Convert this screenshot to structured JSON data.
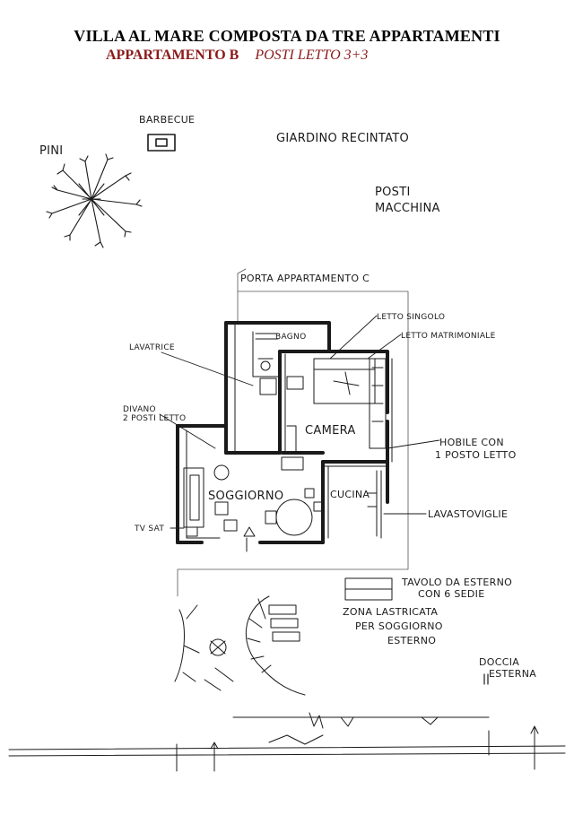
{
  "header": {
    "title": "VILLA AL MARE COMPOSTA DA TRE APPARTAMENTI",
    "apartment": "APPARTAMENTO B",
    "beds": "POSTI LETTO 3+3"
  },
  "labels": {
    "barbecue": "BARBECUE",
    "pini": "PINI",
    "giardino": "GIARDINO RECINTATO",
    "posti": "POSTI",
    "macchina": "MACCHINA",
    "porta": "PORTA APPARTAMENTO C",
    "letto_singolo": "LETTO SINGOLO",
    "letto_matrimoniale": "LETTO MATRIMONIALE",
    "bagno": "BAGNO",
    "lavatrice": "LAVATRICE",
    "divano_1": "DIVANO",
    "divano_2": "2 POSTI LETTO",
    "camera": "CAMERA",
    "mobile_1": "HOBILE CON",
    "mobile_2": "1 POSTO LETTO",
    "soggiorno": "SOGGIORNO",
    "cucina": "CUCINA",
    "lavastoviglie": "LAVASTOVIGLIE",
    "tv_sat": "TV SAT",
    "tavolo_1": "TAVOLO DA ESTERNO",
    "tavolo_2": "CON 6 SEDIE",
    "zona_1": "ZONA LASTRICATA",
    "zona_2": "PER SOGGIORNO",
    "zona_3": "ESTERNO",
    "doccia_1": "DOCCIA",
    "doccia_2": "ESTERNA"
  }
}
